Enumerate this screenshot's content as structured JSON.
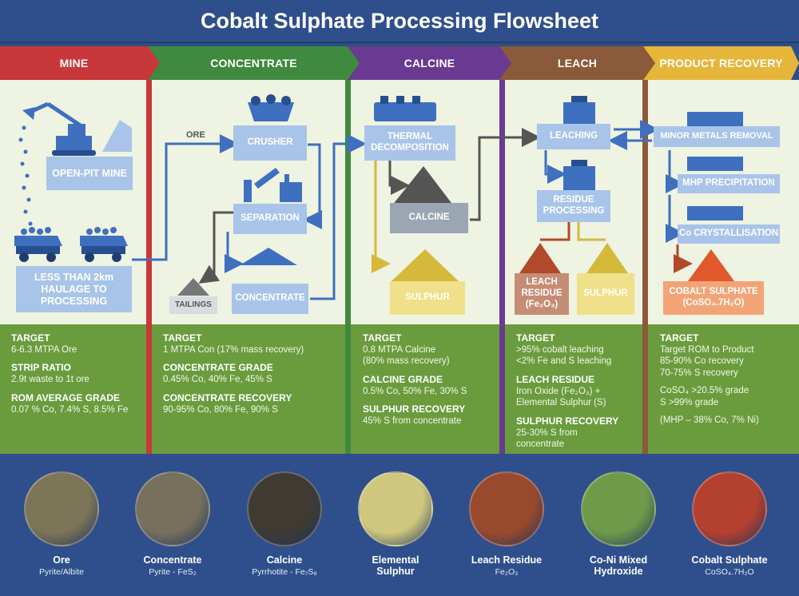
{
  "title": "Cobalt Sulphate Processing Flowsheet",
  "stages": [
    {
      "label": "MINE",
      "color": "#c8373a"
    },
    {
      "label": "CONCENTRATE",
      "color": "#3f8a3e"
    },
    {
      "label": "CALCINE",
      "color": "#6a3a93"
    },
    {
      "label": "LEACH",
      "color": "#8b5a3a"
    },
    {
      "label": "PRODUCT RECOVERY",
      "color": "#e6b63a"
    }
  ],
  "process": {
    "mine": {
      "open_pit": "OPEN-PIT MINE",
      "haulage": "LESS THAN 2km HAULAGE TO PROCESSING"
    },
    "concentrate": {
      "ore": "ORE",
      "crusher": "CRUSHER",
      "separation": "SEPARATION",
      "tailings": "TAILINGS",
      "concentrate": "CONCENTRATE"
    },
    "calcine": {
      "thermal": "THERMAL DECOMPOSITION",
      "calcine": "CALCINE",
      "sulphur": "SULPHUR"
    },
    "leach": {
      "leaching": "LEACHING",
      "residue_processing": "RESIDUE PROCESSING",
      "leach_residue": "LEACH RESIDUE",
      "leach_residue_formula": "(Fe₂O₃)",
      "sulphur": "SULPHUR"
    },
    "product": {
      "minor_metals": "MINOR METALS REMOVAL",
      "mhp": "MHP PRECIPITATION",
      "crystallisation": "Co CRYSTALLISATION",
      "cobalt_sulphate": "COBALT SULPHATE",
      "cobalt_sulphate_formula": "(CoSO₄.7H₂O)"
    }
  },
  "stats": {
    "mine": [
      {
        "h": "TARGET",
        "v": [
          "6-6.3 MTPA Ore"
        ]
      },
      {
        "h": "STRIP RATIO",
        "v": [
          "2.9t waste to 1t ore"
        ]
      },
      {
        "h": "ROM AVERAGE GRADE",
        "v": [
          "0.07 % Co, 7.4% S, 8.5% Fe"
        ]
      }
    ],
    "concentrate": [
      {
        "h": "TARGET",
        "v": [
          "1 MTPA Con (17% mass recovery)"
        ]
      },
      {
        "h": "CONCENTRATE GRADE",
        "v": [
          "0.45% Co, 40% Fe, 45% S"
        ]
      },
      {
        "h": "CONCENTRATE RECOVERY",
        "v": [
          "90-95% Co, 80% Fe, 90% S"
        ]
      }
    ],
    "calcine": [
      {
        "h": "TARGET",
        "v": [
          "0.8 MTPA Calcine",
          "(80% mass recovery)"
        ]
      },
      {
        "h": "CALCINE GRADE",
        "v": [
          "0.5% Co, 50% Fe, 30% S"
        ]
      },
      {
        "h": "SULPHUR RECOVERY",
        "v": [
          "45% S from concentrate"
        ]
      }
    ],
    "leach": [
      {
        "h": "TARGET",
        "v": [
          ">95% cobalt leaching",
          "<2% Fe and S leaching"
        ]
      },
      {
        "h": "LEACH RESIDUE",
        "v": [
          "Iron Oxide (Fe₂O₃) +",
          "Elemental Sulphur (S)"
        ]
      },
      {
        "h": "SULPHUR RECOVERY",
        "v": [
          "25-30% S from",
          "concentrate"
        ]
      }
    ],
    "product": [
      {
        "h": "TARGET",
        "v": [
          "Target ROM to Product",
          "85-90% Co recovery",
          "70-75% S recovery"
        ]
      },
      {
        "h": "",
        "v": [
          "CoSO₄ >20.5% grade",
          "S >99% grade"
        ]
      },
      {
        "h": "",
        "v": [
          "(MHP – 38% Co, 7% Ni)"
        ]
      }
    ]
  },
  "samples": [
    {
      "name": "Ore",
      "formula": "Pyrite/Albite",
      "color": "#7d7557"
    },
    {
      "name": "Concentrate",
      "formula": "Pyrite - FeS₂",
      "color": "#76705c"
    },
    {
      "name": "Calcine",
      "formula": "Pyrrhotite - Fe₇S₈",
      "color": "#3f3b33"
    },
    {
      "name": "Elemental Sulphur",
      "formula": "",
      "color": "#cfc77e"
    },
    {
      "name": "Leach Residue",
      "formula": "Fe₂O₃",
      "color": "#9a4a2c"
    },
    {
      "name": "Co-Ni Mixed Hydroxide",
      "formula": "",
      "color": "#6f9a49"
    },
    {
      "name": "Cobalt Sulphate",
      "formula": "CoSO₄.7H₂O",
      "color": "#b4402f"
    }
  ]
}
